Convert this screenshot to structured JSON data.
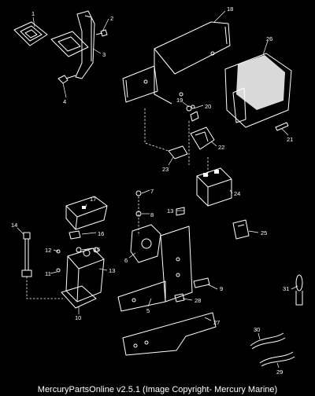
{
  "diagram": {
    "callouts": [
      "1",
      "2",
      "3",
      "4",
      "5",
      "6",
      "7",
      "8",
      "9",
      "10",
      "11",
      "12",
      "13",
      "13",
      "14",
      "15",
      "16",
      "17",
      "18",
      "19",
      "20",
      "21",
      "22",
      "23",
      "24",
      "25",
      "26",
      "27",
      "28",
      "29",
      "30",
      "31"
    ]
  },
  "footer": {
    "text": "MercuryPartsOnline v2.5.1 (Image Copyright- Mercury Marine)"
  }
}
